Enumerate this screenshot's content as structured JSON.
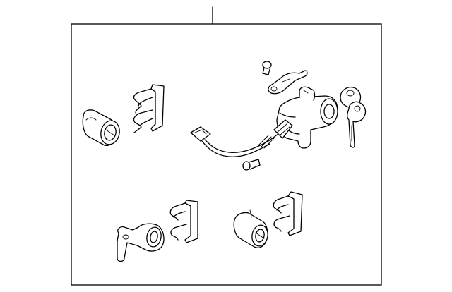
{
  "diagram": {
    "line_color": "#000000",
    "background": "#ffffff",
    "parts": [
      "callout-leader-line",
      "assembly-frame",
      "door-lock-cylinder-left",
      "lock-retainer-clip-left",
      "ignition-lock-cylinder",
      "key-head",
      "key-spare",
      "wiring-harness-connector",
      "harness-mount-bracket",
      "retaining-pin",
      "mounting-screw",
      "trunk-lock-cylinder",
      "trunk-lock-retainer-clip",
      "glove-box-lock-cylinder",
      "glove-box-lock-retainer-clip"
    ]
  }
}
